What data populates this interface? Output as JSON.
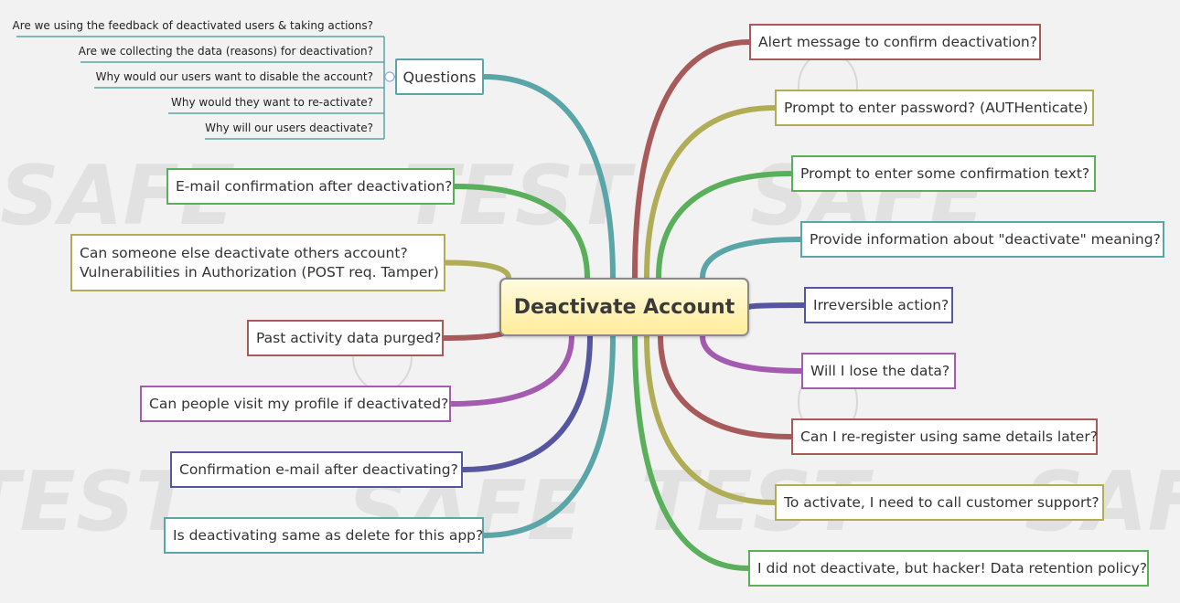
{
  "central": {
    "label": "Deactivate Account"
  },
  "questions": {
    "label": "Questions",
    "items": [
      "Are we using the feedback of deactivated users & taking actions?",
      "Are we collecting the data (reasons) for deactivation?",
      "Why would our users want to disable the account?",
      "Why would they want to re-activate?",
      "Why will our users deactivate?"
    ]
  },
  "left_nodes": [
    {
      "lines": [
        "E-mail confirmation after deactivation?"
      ],
      "color": "#5aaf5a"
    },
    {
      "lines": [
        "Can someone else deactivate others account?",
        "Vulnerabilities in Authorization (POST req. Tamper)"
      ],
      "color": "#b0ad56"
    },
    {
      "lines": [
        "Past activity data purged?"
      ],
      "color": "#a85a5a"
    },
    {
      "lines": [
        "Can people visit my profile if deactivated?"
      ],
      "color": "#a35aaf"
    },
    {
      "lines": [
        "Confirmation e-mail after deactivating?"
      ],
      "color": "#55569f"
    },
    {
      "lines": [
        "Is deactivating same as delete for this app?"
      ],
      "color": "#5aa5a8"
    }
  ],
  "right_nodes": [
    {
      "lines": [
        "Alert message to confirm deactivation?"
      ],
      "color": "#a85a5a"
    },
    {
      "lines": [
        "Prompt to enter password? (AUTHenticate)"
      ],
      "color": "#b0ad56"
    },
    {
      "lines": [
        "Prompt to enter some confirmation text?"
      ],
      "color": "#5aaf5a"
    },
    {
      "lines": [
        "Provide information about \"deactivate\" meaning?"
      ],
      "color": "#5aa5a8"
    },
    {
      "lines": [
        "Irreversible action?"
      ],
      "color": "#55569f"
    },
    {
      "lines": [
        "Will I lose the data?"
      ],
      "color": "#a35aaf"
    },
    {
      "lines": [
        "Can I re-register using same details later?"
      ],
      "color": "#a85a5a"
    },
    {
      "lines": [
        "To activate, I need to call customer support?"
      ],
      "color": "#b0ad56"
    },
    {
      "lines": [
        "I did not deactivate, but hacker! Data retention policy?"
      ],
      "color": "#5aaf5a"
    }
  ],
  "questions_color": "#5aa5a8"
}
